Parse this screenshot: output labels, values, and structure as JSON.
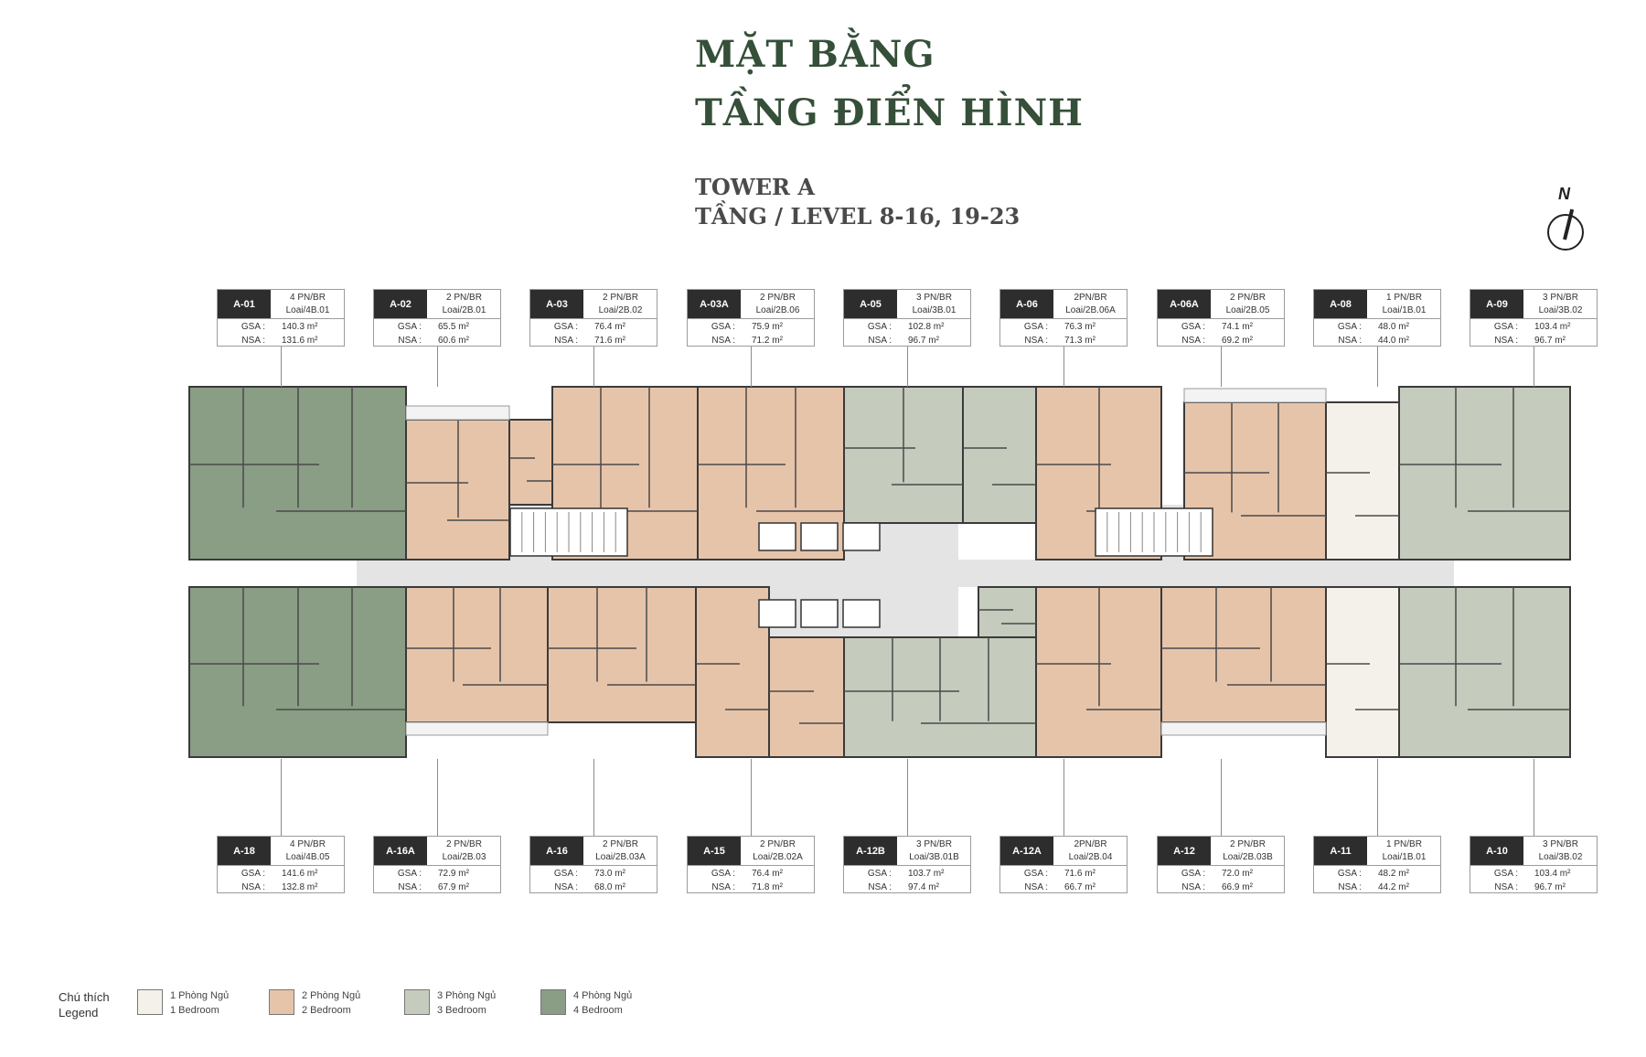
{
  "title": {
    "line1": "MẶT BẰNG",
    "line2": "TẦNG ĐIỂN HÌNH"
  },
  "subtitle": {
    "tower": "TOWER A",
    "level": "TẦNG / LEVEL 8-16, 19-23"
  },
  "compass": {
    "label": "N"
  },
  "labels": {
    "gsa": "GSA :",
    "nsa": "NSA :"
  },
  "colors": {
    "one_bed": "#f3f1ea",
    "two_bed": "#e6c4aa",
    "three_bed": "#c5cbbd",
    "four_bed": "#8a9d85",
    "title": "#354f38",
    "corridor": "#e4e4e4"
  },
  "top_units": [
    {
      "code": "A-01",
      "bed": "4 PN/BR",
      "type": "Loai/4B.01",
      "gsa": "140.3 m²",
      "nsa": "131.6 m²"
    },
    {
      "code": "A-02",
      "bed": "2 PN/BR",
      "type": "Loai/2B.01",
      "gsa": "65.5 m²",
      "nsa": "60.6 m²"
    },
    {
      "code": "A-03",
      "bed": "2 PN/BR",
      "type": "Loai/2B.02",
      "gsa": "76.4 m²",
      "nsa": "71.6 m²"
    },
    {
      "code": "A-03A",
      "bed": "2 PN/BR",
      "type": "Loai/2B.06",
      "gsa": "75.9 m²",
      "nsa": "71.2 m²"
    },
    {
      "code": "A-05",
      "bed": "3 PN/BR",
      "type": "Loai/3B.01",
      "gsa": "102.8 m²",
      "nsa": "96.7 m²"
    },
    {
      "code": "A-06",
      "bed": "2PN/BR",
      "type": "Loai/2B.06A",
      "gsa": "76.3 m²",
      "nsa": "71.3 m²"
    },
    {
      "code": "A-06A",
      "bed": "2 PN/BR",
      "type": "Loai/2B.05",
      "gsa": "74.1 m²",
      "nsa": "69.2 m²"
    },
    {
      "code": "A-08",
      "bed": "1 PN/BR",
      "type": "Loai/1B.01",
      "gsa": "48.0 m²",
      "nsa": "44.0 m²"
    },
    {
      "code": "A-09",
      "bed": "3 PN/BR",
      "type": "Loai/3B.02",
      "gsa": "103.4 m²",
      "nsa": "96.7 m²"
    }
  ],
  "bottom_units": [
    {
      "code": "A-18",
      "bed": "4 PN/BR",
      "type": "Loai/4B.05",
      "gsa": "141.6 m²",
      "nsa": "132.8 m²"
    },
    {
      "code": "A-16A",
      "bed": "2 PN/BR",
      "type": "Loai/2B.03",
      "gsa": "72.9 m²",
      "nsa": "67.9 m²"
    },
    {
      "code": "A-16",
      "bed": "2 PN/BR",
      "type": "Loai/2B.03A",
      "gsa": "73.0 m²",
      "nsa": "68.0 m²"
    },
    {
      "code": "A-15",
      "bed": "2 PN/BR",
      "type": "Loai/2B.02A",
      "gsa": "76.4 m²",
      "nsa": "71.8 m²"
    },
    {
      "code": "A-12B",
      "bed": "3 PN/BR",
      "type": "Loai/3B.01B",
      "gsa": "103.7 m²",
      "nsa": "97.4 m²"
    },
    {
      "code": "A-12A",
      "bed": "2PN/BR",
      "type": "Loai/2B.04",
      "gsa": "71.6 m²",
      "nsa": "66.7 m²"
    },
    {
      "code": "A-12",
      "bed": "2 PN/BR",
      "type": "Loai/2B.03B",
      "gsa": "72.0 m²",
      "nsa": "66.9 m²"
    },
    {
      "code": "A-11",
      "bed": "1 PN/BR",
      "type": "Loai/1B.01",
      "gsa": "48.2 m²",
      "nsa": "44.2 m²"
    },
    {
      "code": "A-10",
      "bed": "3 PN/BR",
      "type": "Loai/3B.02",
      "gsa": "103.4 m²",
      "nsa": "96.7 m²"
    }
  ],
  "legend": {
    "title_vi": "Chú thích",
    "title_en": "Legend",
    "items": [
      {
        "vi": "1 Phòng Ngủ",
        "en": "1 Bedroom"
      },
      {
        "vi": "2 Phòng Ngủ",
        "en": "2 Bedroom"
      },
      {
        "vi": "3 Phòng Ngủ",
        "en": "3 Bedroom"
      },
      {
        "vi": "4 Phòng Ngủ",
        "en": "4 Bedroom"
      }
    ]
  }
}
